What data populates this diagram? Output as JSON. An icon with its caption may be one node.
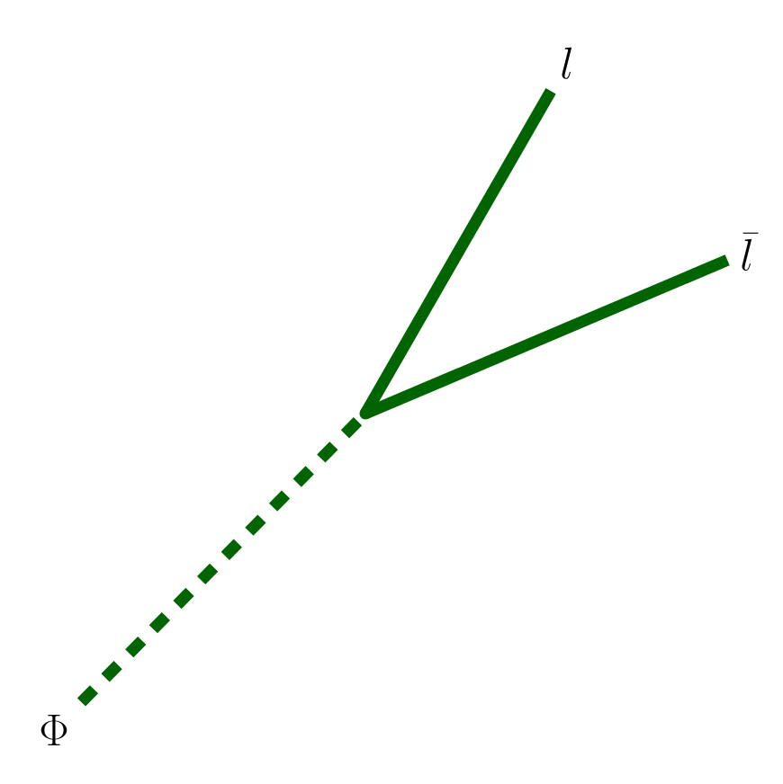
{
  "diagram": {
    "nodes": [
      {
        "text": [
          "\\Phi"
        ]
      },
      {
        "text": [],
        "shape": "point"
      },
      {
        "text": [
          "l"
        ]
      },
      {
        "text": [
          "\\bar{l}"
        ]
      }
    ],
    "edges": [
      {
        "from": 0,
        "to": 1,
        "arrow": "none",
        "style": "dashed"
      },
      {
        "from": 1,
        "to": 2,
        "arrow": "none"
      },
      {
        "from": 1,
        "to": 3,
        "arrow": "none"
      }
    ]
  }
}
